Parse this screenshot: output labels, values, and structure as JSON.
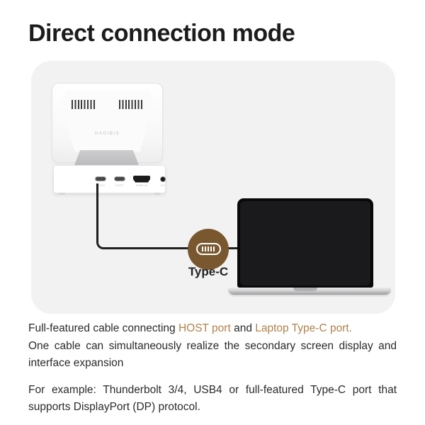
{
  "title": "Direct connection mode",
  "device": {
    "brand": "HAGIBIS",
    "ports": [
      {
        "type": "usb-c",
        "label": "PC/DC"
      },
      {
        "type": "usb-c",
        "label": "HOST"
      },
      {
        "type": "hdmi",
        "label": "HDMI IN"
      },
      {
        "type": "jack",
        "label": "DC"
      }
    ]
  },
  "connection": {
    "badge_label": "Type-C"
  },
  "description": {
    "p1_seg1": "Full-featured cable connecting ",
    "p1_seg2": "HOST port",
    "p1_seg3": " and ",
    "p1_seg4": "Laptop Type-C port.",
    "p1_line2": "One cable can simultaneously realize the secondary screen display and",
    "p1_line3": "interface expansion",
    "p2_line1": "For example: Thunderbolt 3/4, USB4 or full-featured Type-C port that",
    "p2_line2": "supports DisplayPort (DP) protocol."
  },
  "colors": {
    "accent_text": "#b0824a",
    "badge_background": "#79582f",
    "panel_background": "#f2f2f3",
    "cable": "#1f1f20"
  }
}
